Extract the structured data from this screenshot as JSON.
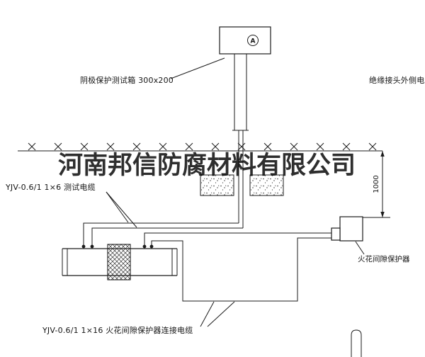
{
  "watermark": "河南邦信防腐材料有限公司",
  "labels": {
    "test_box": "阴极保护测试箱 300x200",
    "insulated_joint_cable": "绝缘接头外侧电缆",
    "test_cable": "YJV-0.6/1 1×6  测试电缆",
    "spark_gap_protector": "火花间隙保护器",
    "protector_cable": "YJV-0.6/1 1×16  火花间隙保护器连接电缆",
    "dimension_height": "1000",
    "meter_symbol": "A"
  },
  "colors": {
    "line": "#1b1b1b",
    "background": "#ffffff"
  }
}
